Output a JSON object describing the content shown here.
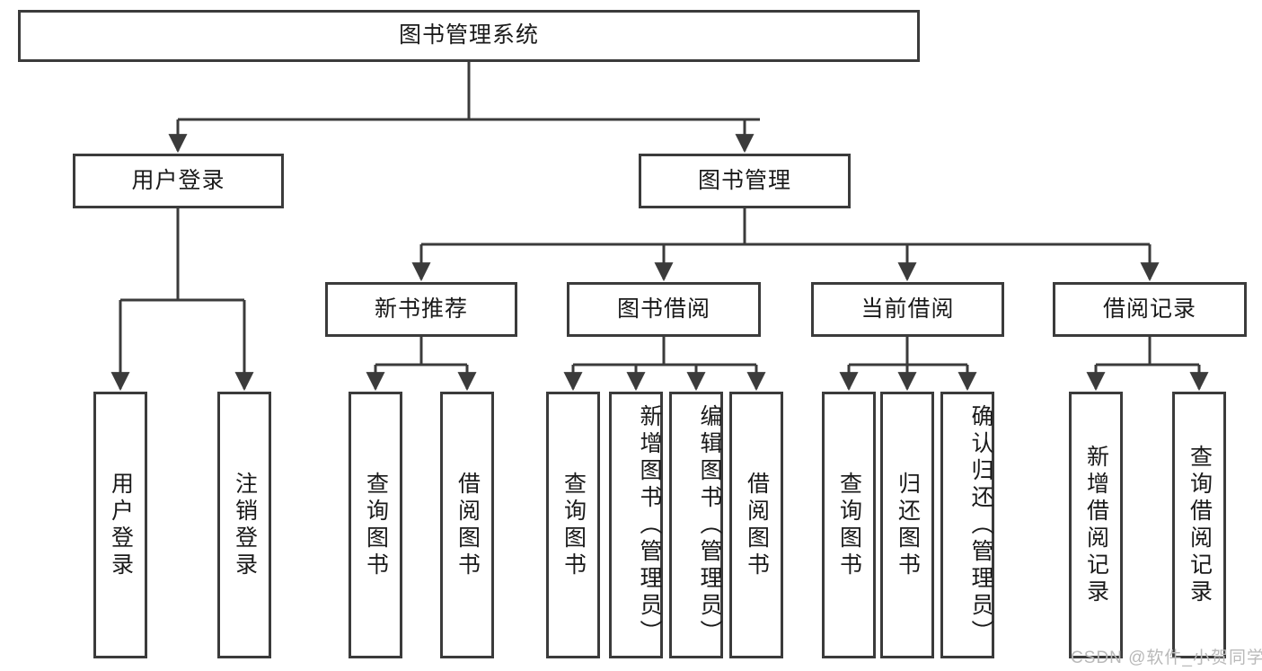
{
  "diagram": {
    "title": "图书管理系统",
    "root": {
      "label": "图书管理系统"
    },
    "level2": [
      {
        "label": "用户登录"
      },
      {
        "label": "图书管理"
      }
    ],
    "level3": [
      {
        "label": "新书推荐"
      },
      {
        "label": "图书借阅"
      },
      {
        "label": "当前借阅"
      },
      {
        "label": "借阅记录"
      }
    ],
    "leaves_user_login": [
      {
        "label": "用户登录"
      },
      {
        "label": "注销登录"
      }
    ],
    "leaves_new_book": [
      {
        "label": "查询图书"
      },
      {
        "label": "借阅图书"
      }
    ],
    "leaves_borrow": [
      {
        "label": "查询图书"
      },
      {
        "label": "新增图书（管理员）"
      },
      {
        "label": "编辑图书（管理员）"
      },
      {
        "label": "借阅图书"
      }
    ],
    "leaves_current": [
      {
        "label": "查询图书"
      },
      {
        "label": "归还图书"
      },
      {
        "label": "确认归还（管理员）"
      }
    ],
    "leaves_records": [
      {
        "label": "新增借阅记录"
      },
      {
        "label": "查询借阅记录"
      }
    ],
    "watermark": "CSDN @软件_小贺同学",
    "colors": {
      "stroke": "#3b3b3b",
      "background": "#ffffff",
      "text": "#1a1a1a",
      "watermark": "#b9b9b9"
    }
  }
}
